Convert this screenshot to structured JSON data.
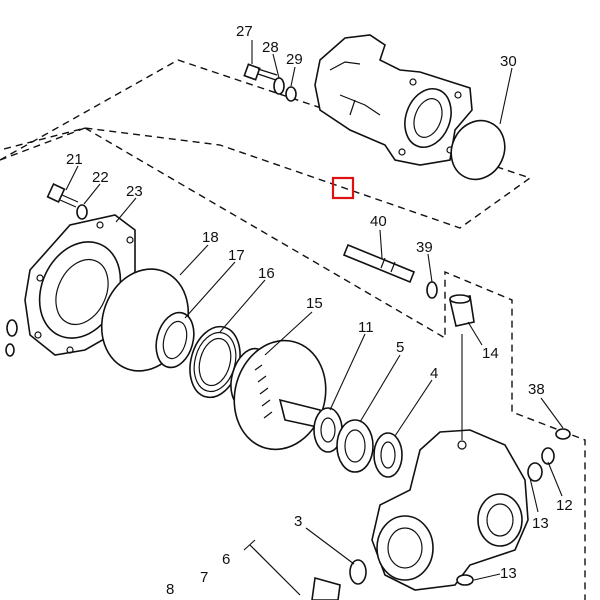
{
  "labels": {
    "p27": "27",
    "p28": "28",
    "p29": "29",
    "p30": "30",
    "p21": "21",
    "p22": "22",
    "p23": "23",
    "p18": "18",
    "p17": "17",
    "p16": "16",
    "p15": "15",
    "p40": "40",
    "p39": "39",
    "p14": "14",
    "p11": "11",
    "p5": "5",
    "p4": "4",
    "p38": "38",
    "p12": "12",
    "p13a": "13",
    "p13b": "13",
    "p3": "3",
    "p6": "6",
    "p7": "7",
    "p8": "8"
  },
  "colors": {
    "line": "#111111",
    "highlight": "#e01010"
  }
}
